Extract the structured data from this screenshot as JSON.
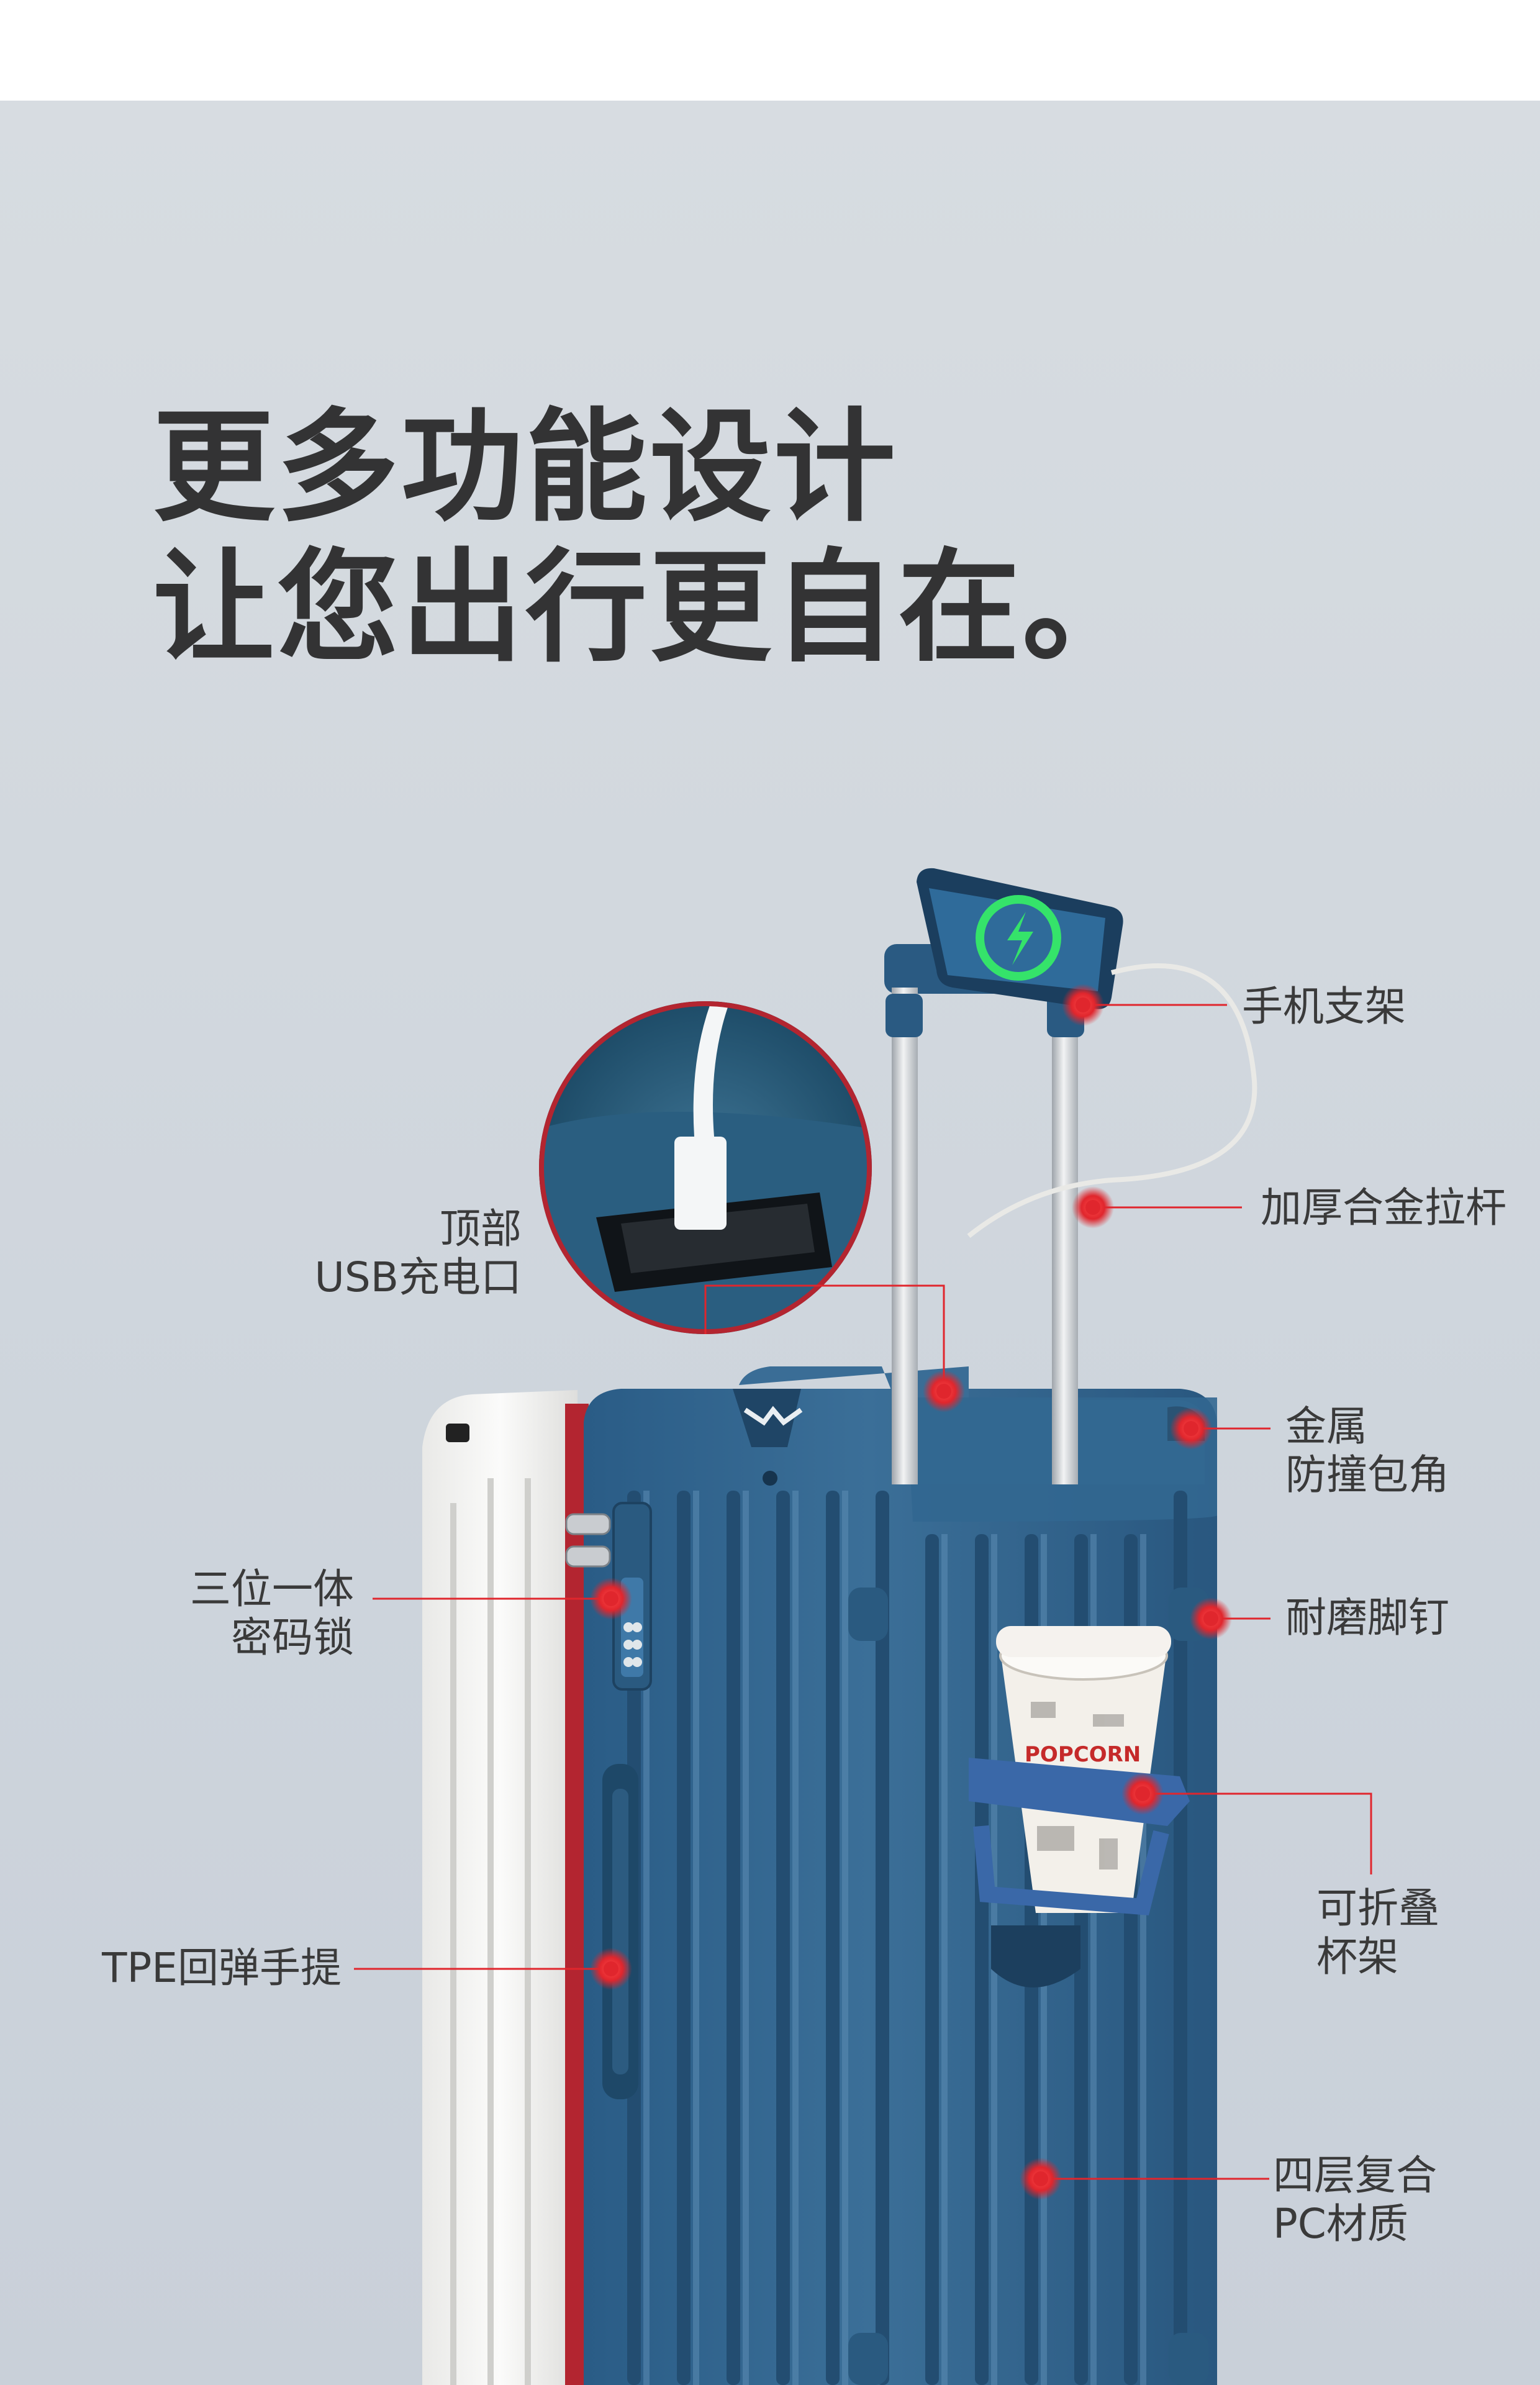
{
  "headline": {
    "line1": "更多功能设计",
    "line2": "让您出行更自在。"
  },
  "features": {
    "phone_holder": "手机支架",
    "alloy_rod": "加厚合金拉杆",
    "usb_port": [
      "顶部",
      "USB充电口"
    ],
    "corner_guard": [
      "金属",
      "防撞包角"
    ],
    "combo_lock": [
      "三位一体",
      "密码锁"
    ],
    "wear_studs": "耐磨脚钉",
    "cup_holder": [
      "可折叠",
      "杯架"
    ],
    "handle": "TPE回弹手提",
    "pc_material": [
      "四层复合",
      "PC材质"
    ]
  },
  "cup_print": "POPCORN",
  "colors": {
    "background": "#d2d8de",
    "suitcase_blue": "#2f5f86",
    "suitcase_white": "#f1f1ef",
    "zipper_red": "#b32530",
    "callout_red": "#e0262d",
    "charge_green": "#35e36a"
  }
}
